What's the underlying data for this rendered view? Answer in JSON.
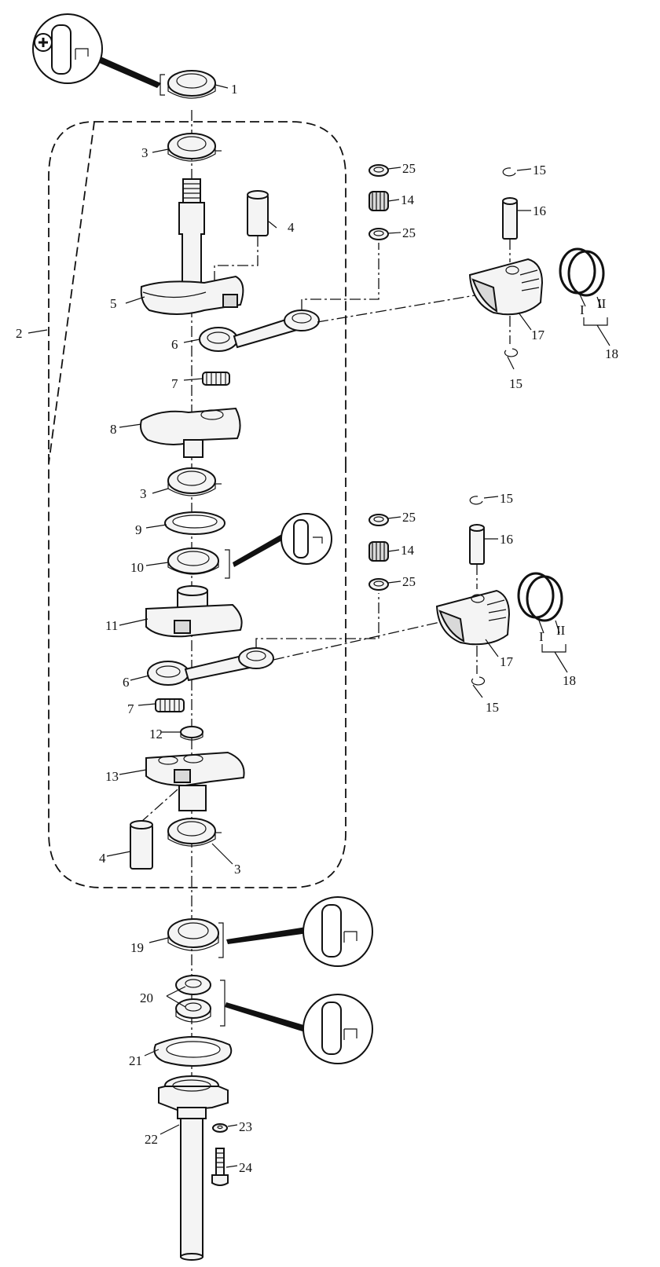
{
  "diagram": {
    "labels": {
      "p1": "1",
      "p2": "2",
      "p3a": "3",
      "p3b": "3",
      "p3c": "3",
      "p4a": "4",
      "p4b": "4",
      "p5": "5",
      "p6a": "6",
      "p6b": "6",
      "p7a": "7",
      "p7b": "7",
      "p8": "8",
      "p9": "9",
      "p10": "10",
      "p11": "11",
      "p12": "12",
      "p13": "13",
      "p14a": "14",
      "p14b": "14",
      "p15a": "15",
      "p15b": "15",
      "p15c": "15",
      "p15d": "15",
      "p16a": "16",
      "p16b": "16",
      "p17a": "17",
      "p17b": "17",
      "p18a": "18",
      "p18b": "18",
      "p19": "19",
      "p20": "20",
      "p21": "21",
      "p22": "22",
      "p23": "23",
      "p24": "24",
      "p25a": "25",
      "p25b": "25",
      "p25c": "25",
      "p25d": "25",
      "ring1a": "I",
      "ring2a": "II",
      "ring1b": "I",
      "ring2b": "II"
    },
    "icons": [
      "lubricate-plus-icon",
      "lubricate-icon"
    ]
  }
}
